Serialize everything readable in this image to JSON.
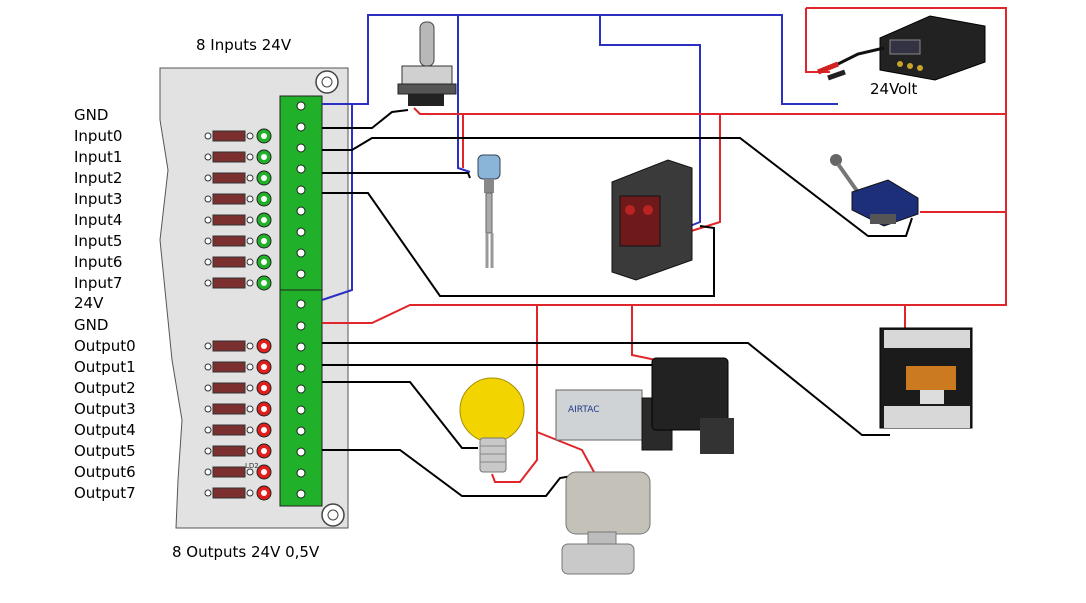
{
  "titles": {
    "inputs": "8 Inputs 24V",
    "outputs": "8 Outputs 24V 0,5V"
  },
  "battery": {
    "label": "24Volt"
  },
  "pins": [
    "GND",
    "Input0",
    "Input1",
    "Input2",
    "Input3",
    "Input4",
    "Input5",
    "Input6",
    "Input7",
    "24V",
    "GND",
    "Output0",
    "Output1",
    "Output2",
    "Output3",
    "Output4",
    "Output5",
    "Output6",
    "Output7"
  ],
  "board_marks": {
    "led_label": "LD2"
  },
  "devices": {
    "valve_brand": "AIRTAC"
  },
  "colors": {
    "terminal_green": "#21b02a",
    "wire_red": "#e0262a",
    "wire_blue": "#2b2fc2",
    "wire_black": "#000000",
    "board_gray": "#e2e2e2",
    "resistor": "#7c2f2f"
  }
}
